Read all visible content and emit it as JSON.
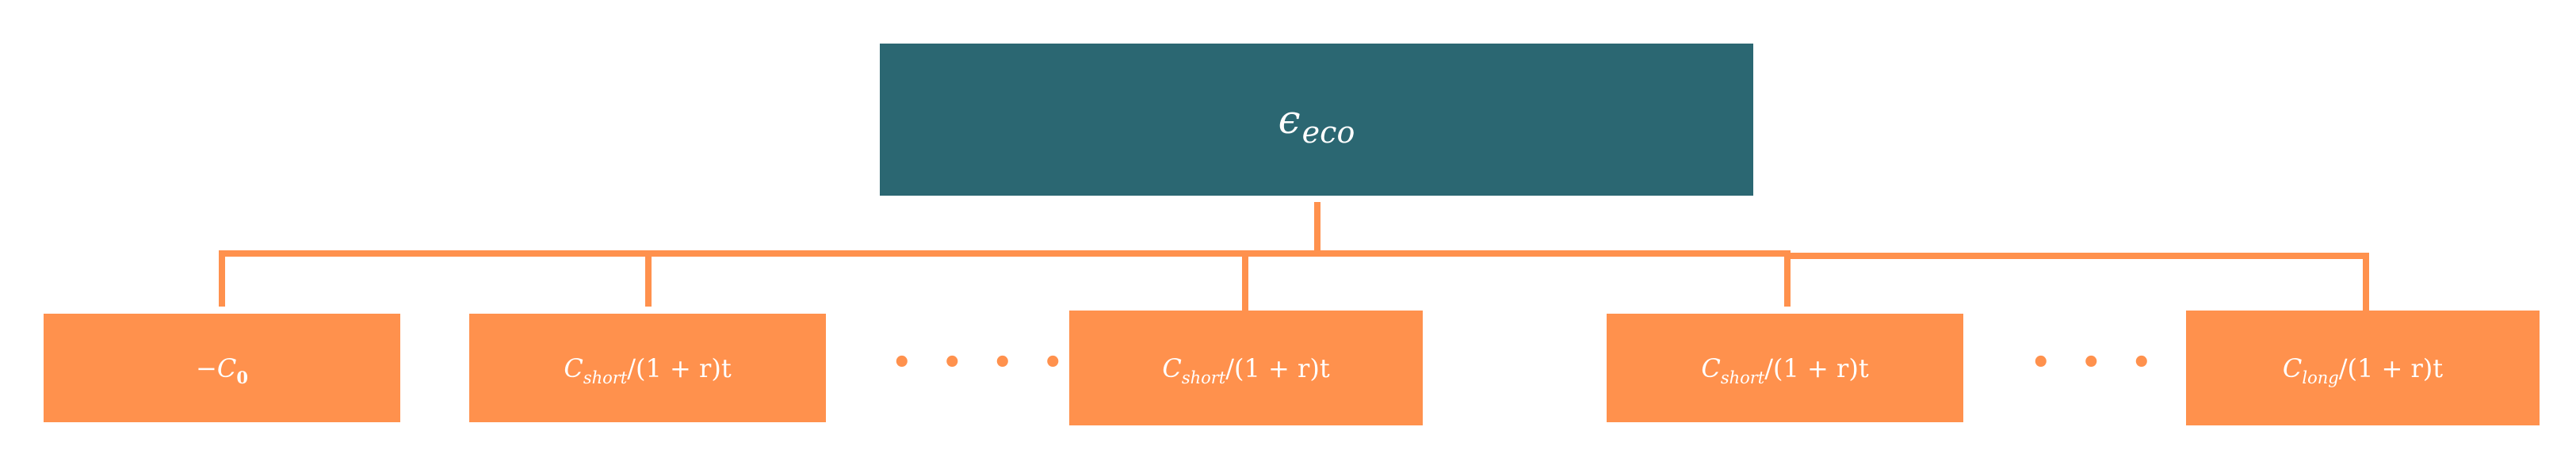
{
  "root": {
    "symbol": "ϵ",
    "subscript": "eco"
  },
  "leaves": [
    {
      "prefix": "−",
      "var": "C",
      "subscript": "0",
      "suffix": ""
    },
    {
      "prefix": "",
      "var": "C",
      "subscript": "short",
      "suffix": "/(1 + r)t"
    },
    {
      "prefix": "",
      "var": "C",
      "subscript": "short",
      "suffix": "/(1 + r)t"
    },
    {
      "prefix": "",
      "var": "C",
      "subscript": "short",
      "suffix": "/(1 + r)t"
    },
    {
      "prefix": "",
      "var": "C",
      "subscript": "long",
      "suffix": "/(1 + r)t"
    }
  ],
  "ellipses": [
    "• • • • •",
    "• • • • •"
  ],
  "colors": {
    "root_fill": "#2b6772",
    "leaf_fill": "#ff914d",
    "connector": "#ff914d",
    "text": "#ffffff"
  }
}
